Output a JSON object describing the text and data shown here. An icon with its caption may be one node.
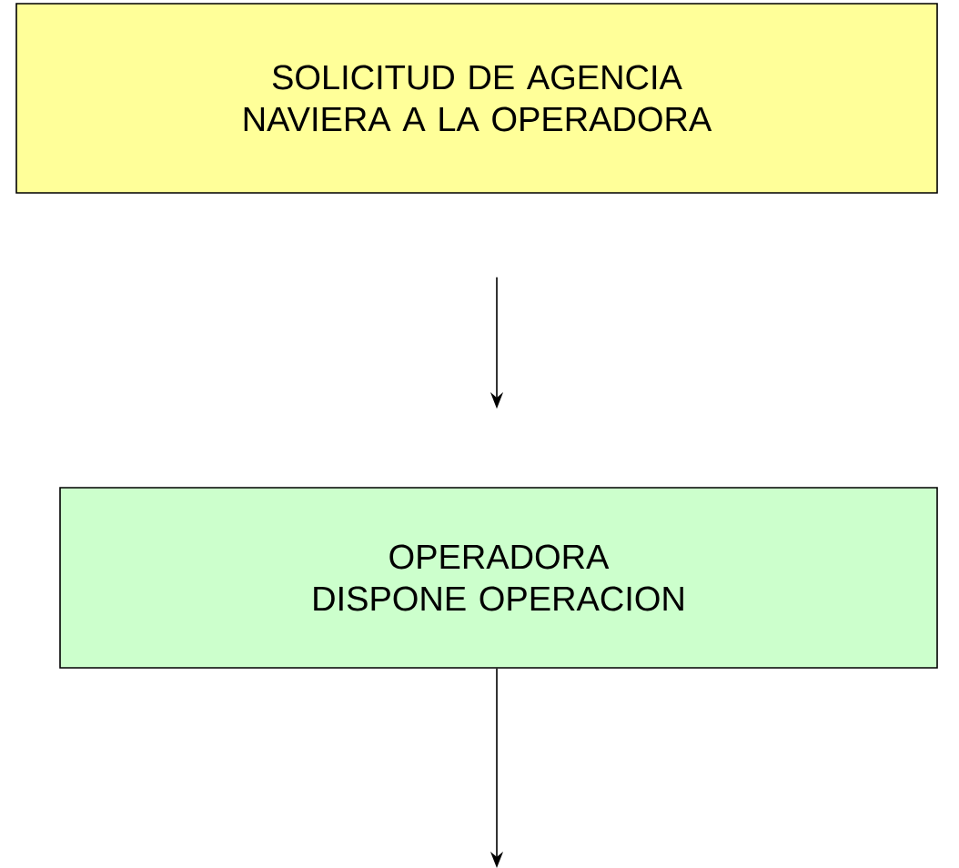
{
  "diagram": {
    "nodes": [
      {
        "text": [
          "SOLICITUD DE AGENCIA NAVIERA A LA OPERADORA"
        ]
      },
      {
        "text": [
          "OPERADORA DISPONE OPERACION"
        ]
      }
    ],
    "edges": [
      {
        "from": 0,
        "to": 1,
        "arrow": "to"
      },
      {
        "from": 1,
        "to": null,
        "arrow": "to"
      }
    ]
  }
}
